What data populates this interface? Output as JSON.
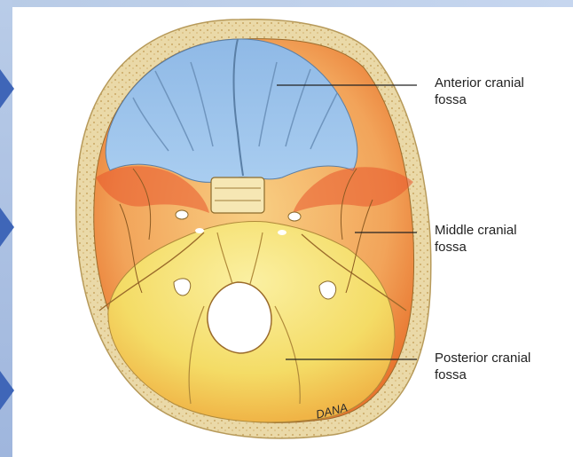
{
  "labels": {
    "anterior": [
      "Anterior cranial",
      "fossa"
    ],
    "middle": [
      "Middle cranial",
      "fossa"
    ],
    "posterior": [
      "Posterior cranial",
      "fossa"
    ]
  },
  "signature": "DANA",
  "colors": {
    "anterior": "#9cc4ec",
    "middle": "#f2a45a",
    "posterior": "#f4dc66",
    "bone_rim": "#ead9a8",
    "accent": "#3f66b8"
  },
  "icons": [
    "chevron-right-icon",
    "chevron-right-icon",
    "chevron-right-icon"
  ]
}
